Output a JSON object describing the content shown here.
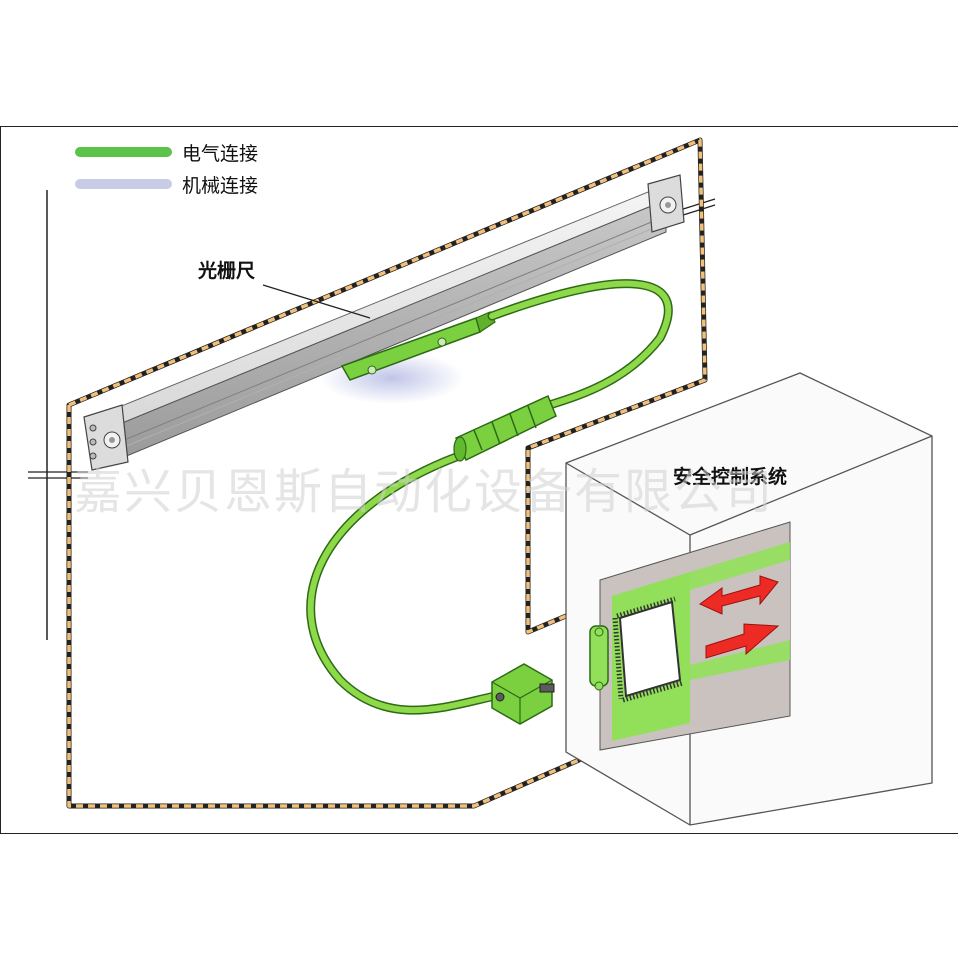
{
  "legend": {
    "electrical": {
      "label": "电气连接",
      "color": "#5cc34a"
    },
    "mechanical": {
      "label": "机械连接",
      "color": "#c8cce6"
    }
  },
  "labels": {
    "scale": "光栅尺",
    "control_system": "安全控制系统"
  },
  "watermark": "嘉兴贝恩斯自动化设备有限公司",
  "colors": {
    "cable": "#8ed94a",
    "cable_edge": "#3f8a1f",
    "dashed_outline": "#d9822b",
    "arrow": "#ee2a24",
    "green_zone": "#92e05a",
    "board_gray": "#c9c2bf"
  },
  "icons": [
    "linear-scale",
    "read-head",
    "cable-connector",
    "dsub-connector",
    "cabinet",
    "chip",
    "double-arrow"
  ]
}
